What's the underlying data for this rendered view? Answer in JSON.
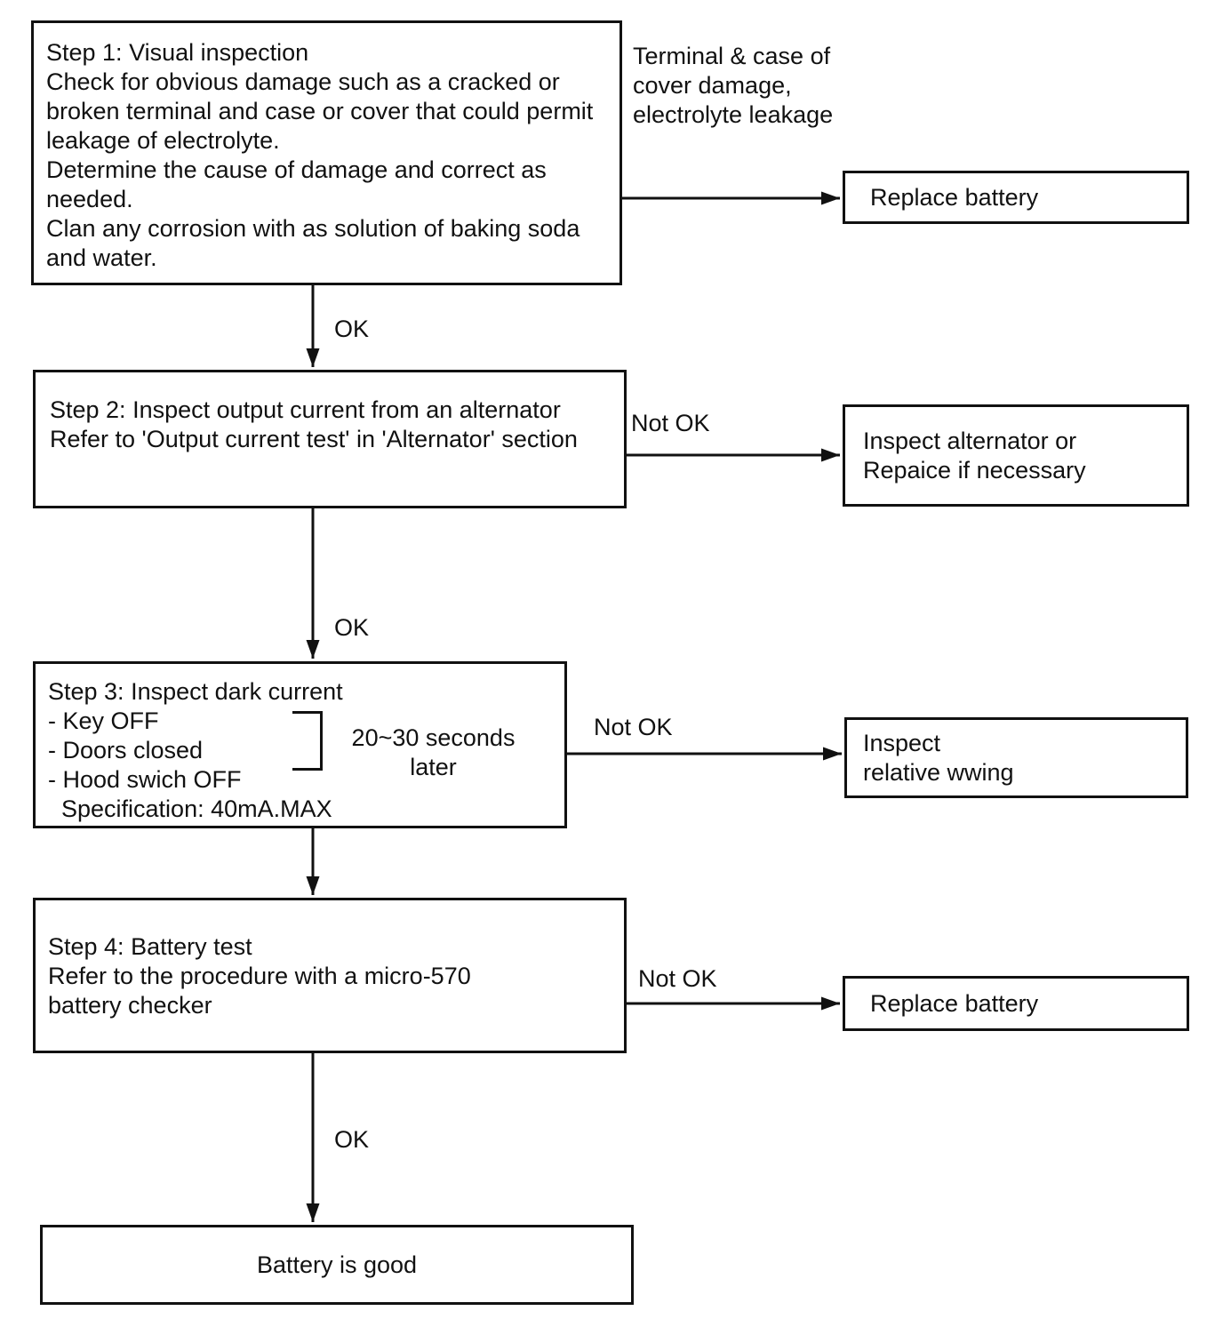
{
  "diagram": {
    "type": "flowchart",
    "subject": "Battery inspection procedure",
    "colors": {
      "background": "#ffffff",
      "line": "#111111",
      "text": "#111111"
    },
    "nodes": {
      "step1": {
        "text": "Step 1: Visual inspection\nCheck for obvious damage such as a cracked or\nbroken terminal and case or cover that could permit\nleakage of electrolyte.\nDetermine the cause of damage and correct as\nneeded.\nClan any corrosion with as solution of baking soda\nand water."
      },
      "step2": {
        "text": "Step 2: Inspect output current from an alternator\nRefer to 'Output current test' in 'Alternator' section"
      },
      "step3": {
        "text": "Step 3: Inspect dark current\n- Key OFF\n- Doors closed\n- Hood swich OFF\n  Specification: 40mA.MAX",
        "timing_note": "20~30 seconds\nlater"
      },
      "step4": {
        "text": "Step 4: Battery test\nRefer to the procedure with a micro-570\nbattery checker"
      },
      "battery_good": {
        "text": "Battery is good"
      },
      "replace_battery_top": {
        "text": "Replace battery"
      },
      "inspect_alternator": {
        "text": "Inspect alternator or\nRepaice if necessary"
      },
      "inspect_wiring": {
        "text": "Inspect\nrelative wwing"
      },
      "replace_battery_bottom": {
        "text": "Replace battery"
      }
    },
    "labels": {
      "damage_note": "Terminal & case of\ncover damage,\nelectrolyte leakage",
      "ok_1": "OK",
      "ok_2": "OK",
      "ok_3": "OK",
      "not_ok_1": "Not OK",
      "not_ok_2": "Not OK",
      "not_ok_3": "Not OK"
    }
  }
}
